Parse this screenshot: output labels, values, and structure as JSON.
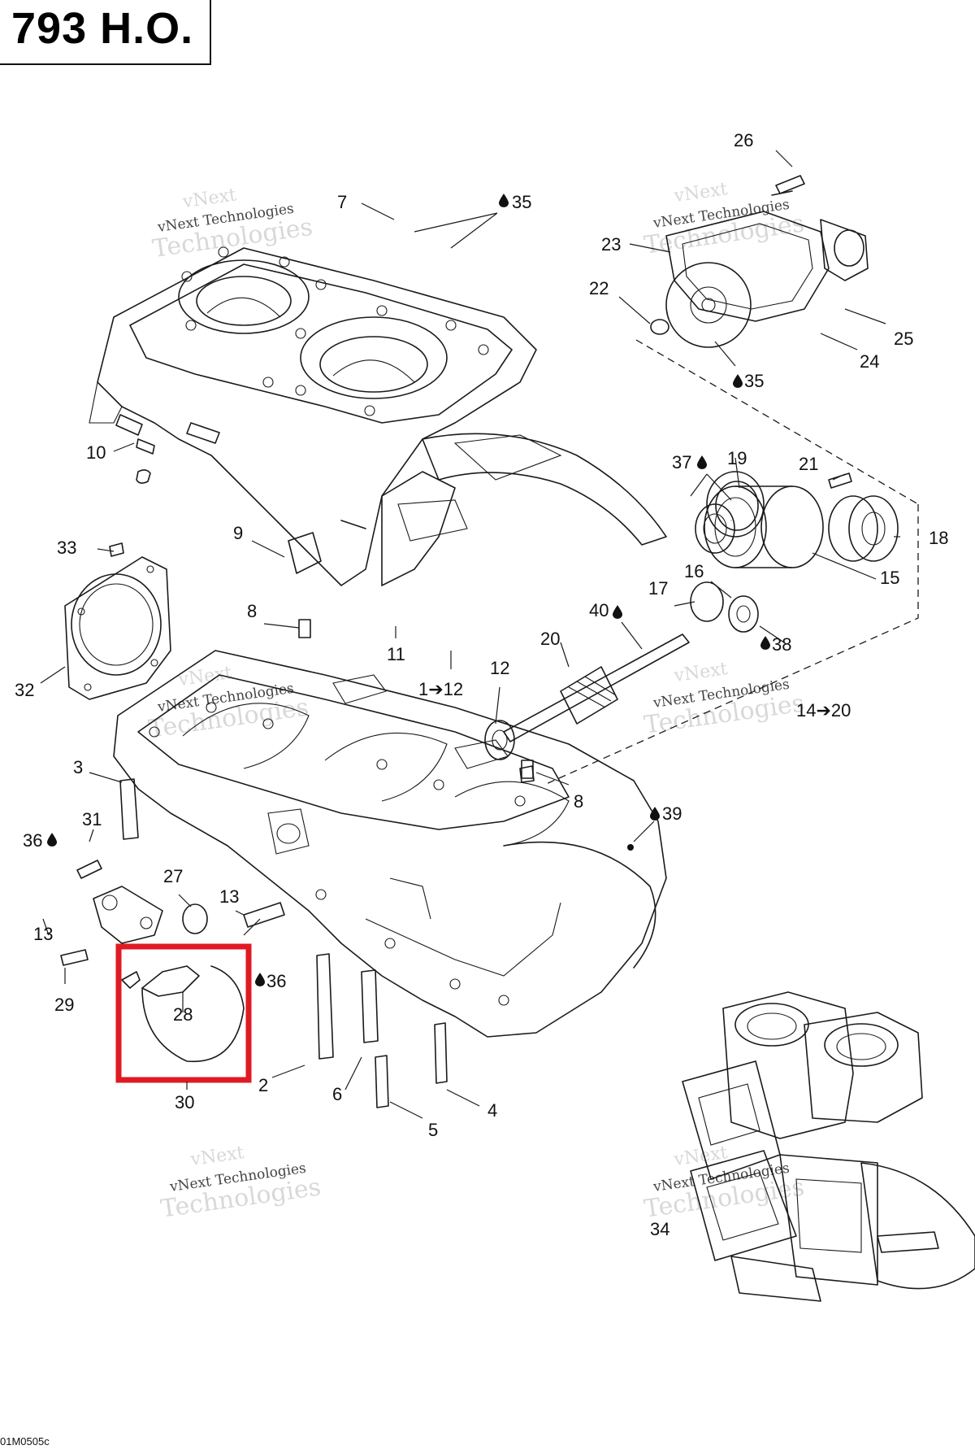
{
  "title": "793 H.O.",
  "figure_code": "01M0505c",
  "watermark": {
    "line1": "vNext Technologies",
    "line2": "Technologies"
  },
  "callouts": [
    {
      "id": "c26",
      "text": "26"
    },
    {
      "id": "c7",
      "text": "7"
    },
    {
      "id": "c35a",
      "text": "35"
    },
    {
      "id": "c23",
      "text": "23"
    },
    {
      "id": "c22",
      "text": "22"
    },
    {
      "id": "c25",
      "text": "25"
    },
    {
      "id": "c24",
      "text": "24"
    },
    {
      "id": "c35b",
      "text": "35"
    },
    {
      "id": "c10",
      "text": "10"
    },
    {
      "id": "c37",
      "text": "37"
    },
    {
      "id": "c19",
      "text": "19"
    },
    {
      "id": "c21",
      "text": "21"
    },
    {
      "id": "c18",
      "text": "18"
    },
    {
      "id": "c33",
      "text": "33"
    },
    {
      "id": "c9",
      "text": "9"
    },
    {
      "id": "c16",
      "text": "16"
    },
    {
      "id": "c15",
      "text": "15"
    },
    {
      "id": "c17",
      "text": "17"
    },
    {
      "id": "c40",
      "text": "40"
    },
    {
      "id": "c8a",
      "text": "8"
    },
    {
      "id": "c38",
      "text": "38"
    },
    {
      "id": "c20",
      "text": "20"
    },
    {
      "id": "c11",
      "text": "11"
    },
    {
      "id": "c32",
      "text": "32"
    },
    {
      "id": "c1to12",
      "text": "1➔12"
    },
    {
      "id": "c12",
      "text": "12"
    },
    {
      "id": "c14to20",
      "text": "14➔20"
    },
    {
      "id": "c3",
      "text": "3"
    },
    {
      "id": "c8b",
      "text": "8"
    },
    {
      "id": "c31",
      "text": "31"
    },
    {
      "id": "c39",
      "text": "39"
    },
    {
      "id": "c36a",
      "text": "36"
    },
    {
      "id": "c27",
      "text": "27"
    },
    {
      "id": "c13a",
      "text": "13"
    },
    {
      "id": "c13b",
      "text": "13"
    },
    {
      "id": "c36b",
      "text": "36"
    },
    {
      "id": "c29",
      "text": "29"
    },
    {
      "id": "c28",
      "text": "28"
    },
    {
      "id": "c2",
      "text": "2"
    },
    {
      "id": "c6",
      "text": "6"
    },
    {
      "id": "c4",
      "text": "4"
    },
    {
      "id": "c30",
      "text": "30"
    },
    {
      "id": "c5",
      "text": "5"
    },
    {
      "id": "c34",
      "text": "34"
    }
  ],
  "highlight": {
    "part": "28",
    "color": "#e01a22"
  }
}
